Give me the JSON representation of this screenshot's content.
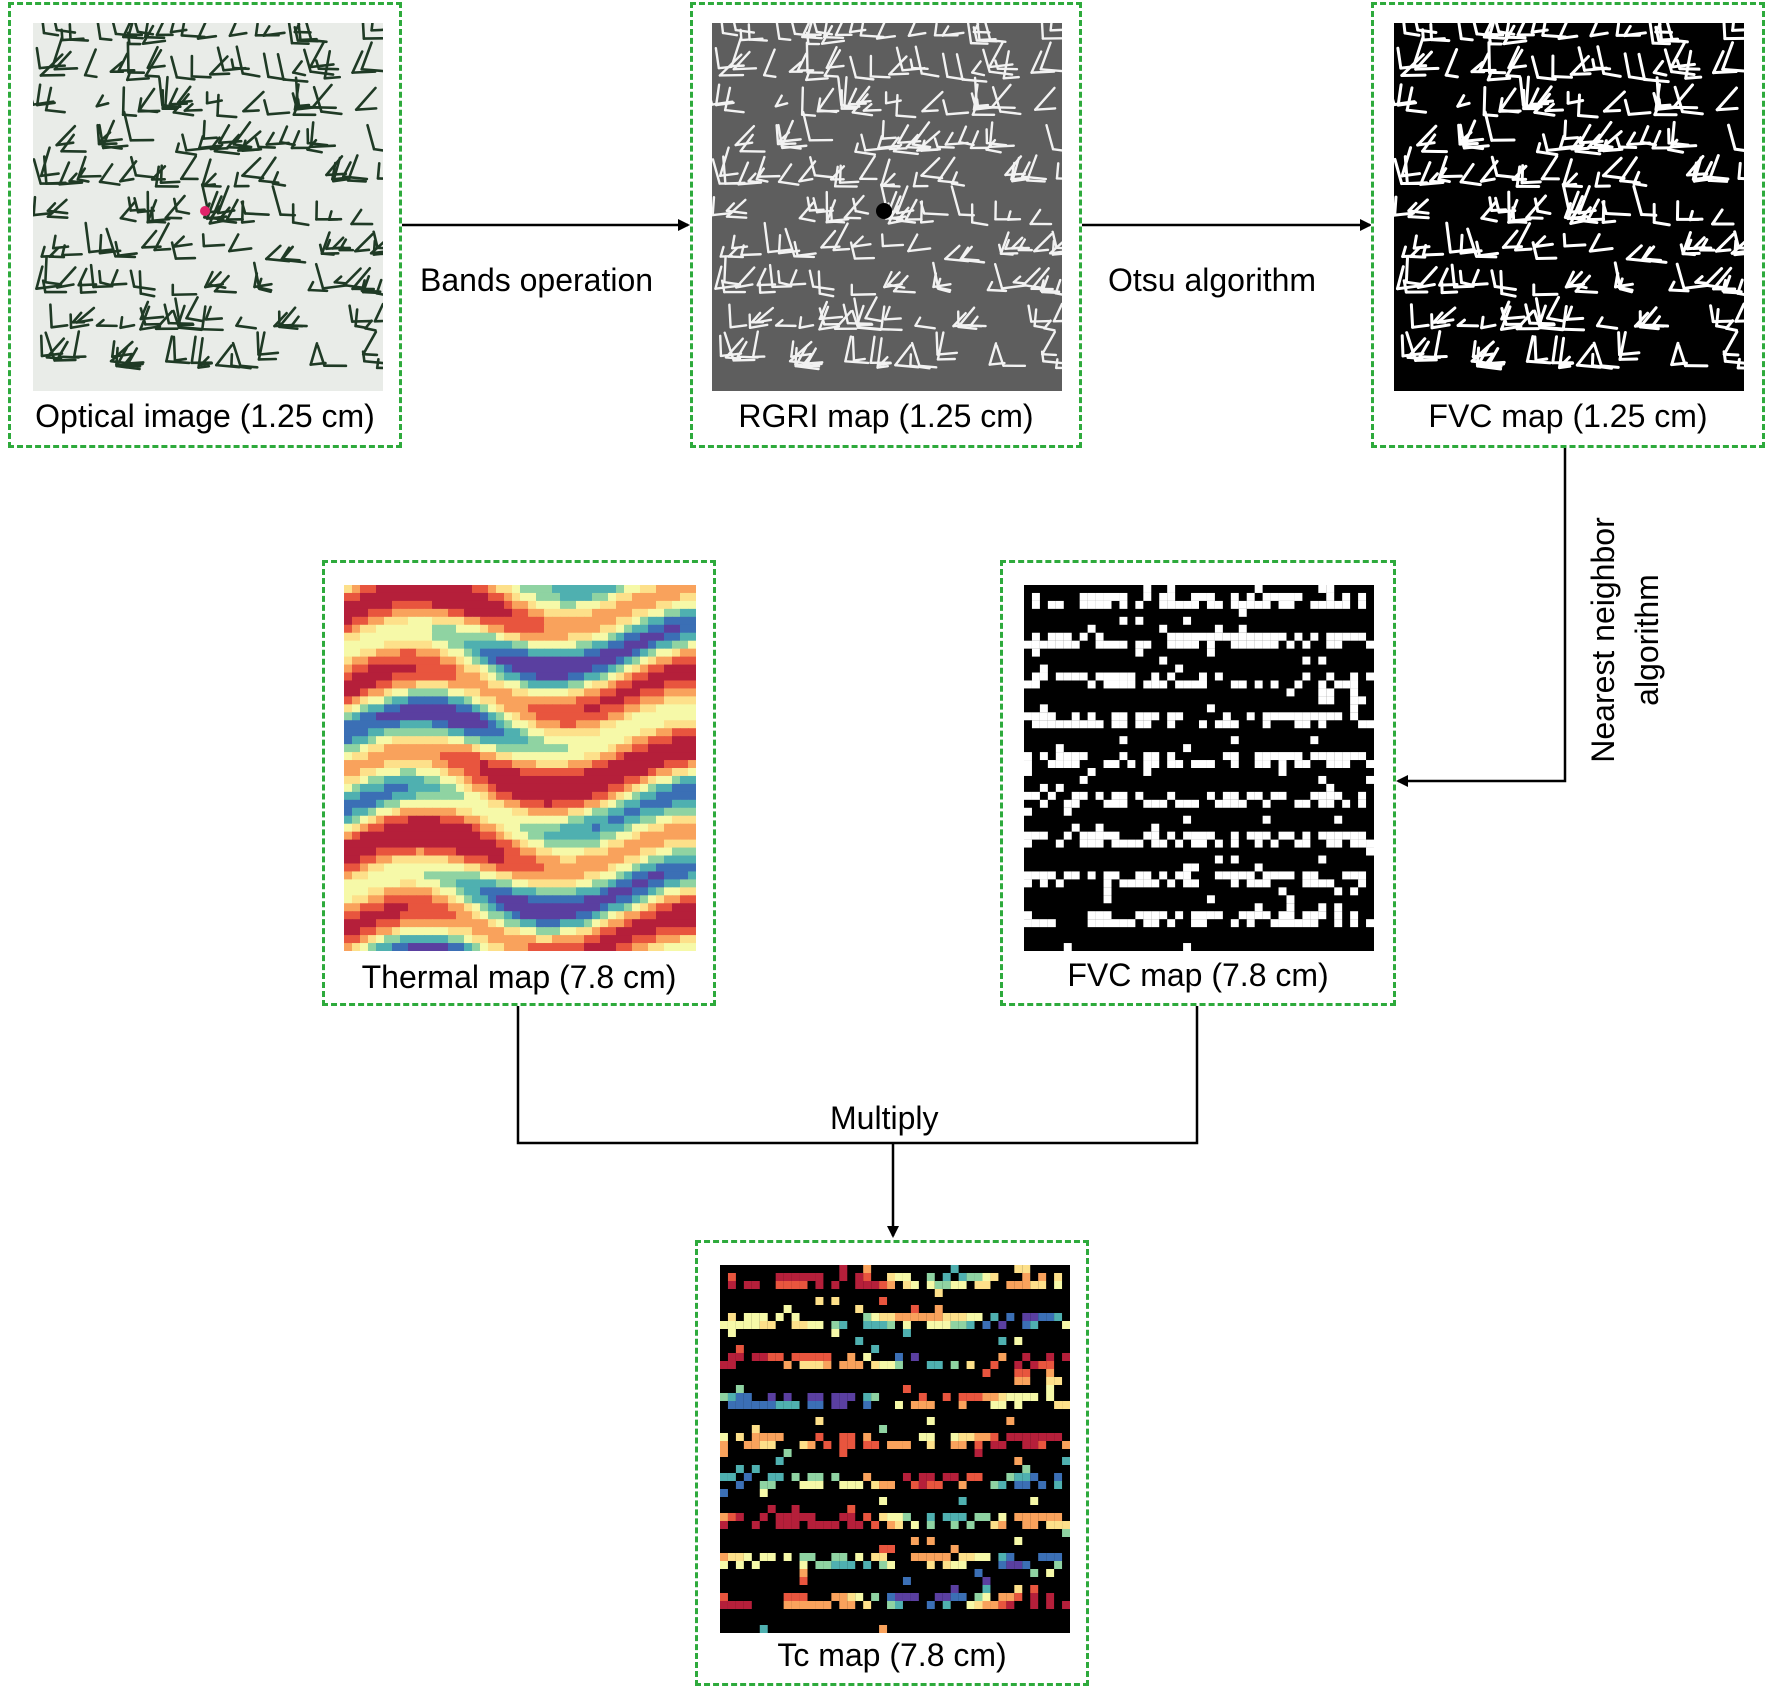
{
  "boxes": {
    "optical": {
      "caption": "Optical image (1.25 cm)"
    },
    "rgri": {
      "caption": "RGRI map (1.25 cm)"
    },
    "fvc_fine": {
      "caption": "FVC map (1.25 cm)"
    },
    "thermal": {
      "caption": "Thermal map (7.8 cm)"
    },
    "fvc_coarse": {
      "caption": "FVC map (7.8 cm)"
    },
    "tc": {
      "caption": "Tc map (7.8 cm)"
    }
  },
  "steps": {
    "bands_operation": "Bands operation",
    "otsu": "Otsu algorithm",
    "nearest_neighbor_line1": "Nearest neighbor",
    "nearest_neighbor_line2": "algorithm",
    "multiply": "Multiply"
  },
  "colors": {
    "box_border": "#2eaa3c",
    "arrow": "#000000",
    "thermal_palette": [
      "#f6f9a8",
      "#fde08a",
      "#f9a25c",
      "#e8553e",
      "#b51f3a",
      "#8fd3a2",
      "#4fb0b0",
      "#3b6fb5",
      "#5a3fa0"
    ]
  }
}
